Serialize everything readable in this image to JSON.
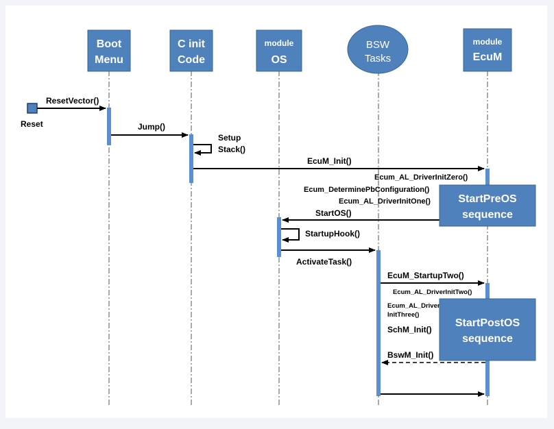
{
  "participants": [
    {
      "id": "boot",
      "lines": [
        "Boot",
        "Menu"
      ],
      "shape": "box"
    },
    {
      "id": "cinit",
      "lines": [
        "C init",
        "Code"
      ],
      "shape": "box"
    },
    {
      "id": "os",
      "small": "module",
      "big": "OS",
      "shape": "box"
    },
    {
      "id": "bsw",
      "lines": [
        "BSW",
        "Tasks"
      ],
      "shape": "ellipse"
    },
    {
      "id": "ecum",
      "small": "module",
      "big": "EcuM",
      "shape": "box"
    }
  ],
  "reset_label": "Reset",
  "messages": [
    {
      "id": "reset-vector",
      "label": "ResetVector()"
    },
    {
      "id": "jump",
      "label": "Jump()"
    },
    {
      "id": "setup-stack",
      "lines": [
        "Setup",
        "Stack()"
      ]
    },
    {
      "id": "ecum-init",
      "label": "EcuM_Init()"
    },
    {
      "id": "driver-init-zero",
      "label": "Ecum_AL_DriverInitZero()"
    },
    {
      "id": "determine-pb",
      "label": "Ecum_DeterminePbConfiguration()"
    },
    {
      "id": "driver-init-one",
      "label": "Ecum_AL_DriverInitOne()"
    },
    {
      "id": "start-os",
      "label": "StartOS()"
    },
    {
      "id": "startup-hook",
      "label": "StartupHook()"
    },
    {
      "id": "activate-task",
      "label": "ActivateTask()"
    },
    {
      "id": "startup-two",
      "label": "EcuM_StartupTwo()"
    },
    {
      "id": "driver-init-two",
      "label": "Ecum_AL_DriverInitTwo()"
    },
    {
      "id": "driver-init-three",
      "lines": [
        "Ecum_AL_Driver",
        "InitThree()"
      ]
    },
    {
      "id": "schm-init",
      "label": "SchM_Init()"
    },
    {
      "id": "bswm-init",
      "label": "BswM_Init()"
    }
  ],
  "sequences": [
    {
      "id": "start-pre-os",
      "lines": [
        "StartPreOS",
        "sequence"
      ]
    },
    {
      "id": "start-post-os",
      "lines": [
        "StartPostOS",
        "sequence"
      ]
    }
  ],
  "colors": {
    "box_fill": "#4f81bd",
    "box_stroke": "#3a6593",
    "activation": "#5b8fd0",
    "line": "#000000",
    "text": "#000000"
  }
}
